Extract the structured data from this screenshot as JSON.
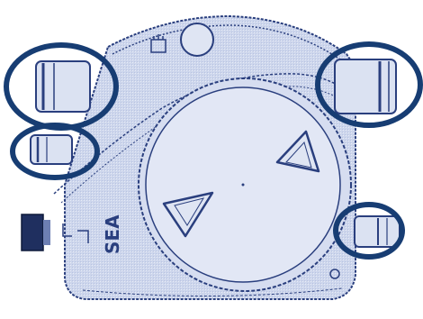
{
  "device": {
    "brand_text": "SEA",
    "body_color": "#cdd6ec",
    "body_light": "#e4e9f6",
    "outline_color": "#2a3f7e",
    "highlight_color": "#173d73",
    "knob_color": "#1f2f5f"
  },
  "callouts": [
    {
      "name": "upper-left-roller",
      "shape": "ellipse"
    },
    {
      "name": "lower-left-roller",
      "shape": "ellipse"
    },
    {
      "name": "upper-right-roller",
      "shape": "ellipse"
    },
    {
      "name": "lower-right-roller",
      "shape": "ellipse"
    }
  ]
}
